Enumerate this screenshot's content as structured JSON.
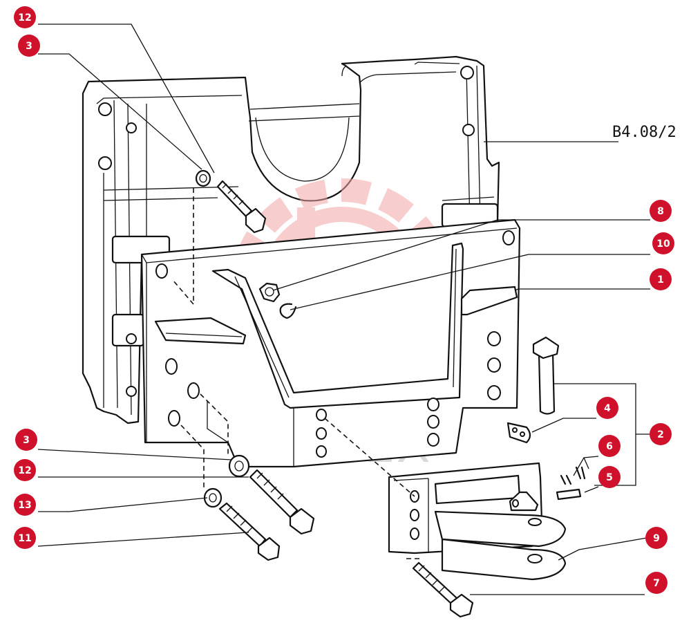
{
  "drawing_ref": "B4.08/2",
  "watermark_text": "ИНТЕХ",
  "colors": {
    "badge": "#d0112b",
    "line": "#111111",
    "watermark": "#f2a6a6"
  },
  "callouts": [
    {
      "id": "c12a",
      "label": "12"
    },
    {
      "id": "c3a",
      "label": "3"
    },
    {
      "id": "c8",
      "label": "8"
    },
    {
      "id": "c10",
      "label": "10"
    },
    {
      "id": "c1",
      "label": "1"
    },
    {
      "id": "c4",
      "label": "4"
    },
    {
      "id": "c2",
      "label": "2"
    },
    {
      "id": "c6",
      "label": "6"
    },
    {
      "id": "c5",
      "label": "5"
    },
    {
      "id": "c9",
      "label": "9"
    },
    {
      "id": "c7",
      "label": "7"
    },
    {
      "id": "c3b",
      "label": "3"
    },
    {
      "id": "c12b",
      "label": "12"
    },
    {
      "id": "c13",
      "label": "13"
    },
    {
      "id": "c11",
      "label": "11"
    }
  ]
}
